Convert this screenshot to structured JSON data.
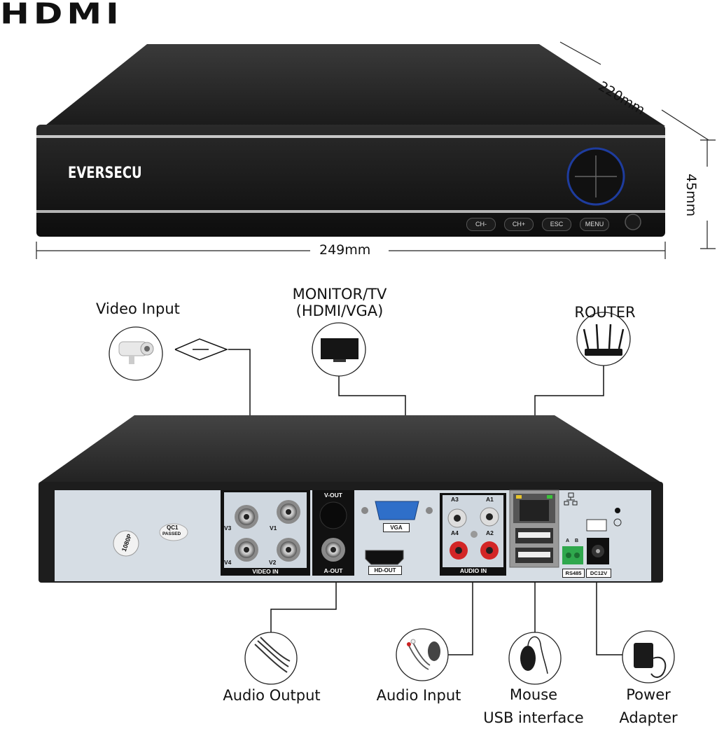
{
  "logo": {
    "text": "HDMI",
    "tm": "™"
  },
  "dimensions": {
    "width": "249mm",
    "depth": "220mm",
    "height": "45mm"
  },
  "front": {
    "brand": "EVERSECU",
    "buttons": [
      "CH-",
      "CH+",
      "ESC",
      "MENU"
    ]
  },
  "callouts": {
    "video_input": "Video Input",
    "monitor_line1": "MONITOR/TV",
    "monitor_line2": "(HDMI/VGA)",
    "router": "ROUTER",
    "audio_output": "Audio Output",
    "audio_input": "Audio Input",
    "mouse_line1": "Mouse",
    "mouse_line2": "USB interface",
    "power_line1": "Power",
    "power_line2": "Adapter"
  },
  "rear": {
    "badge_1080p": "1080P",
    "qc_line1": "QC1",
    "qc_line2": "PASSED",
    "video_ports": [
      "V3",
      "V1",
      "V4",
      "V2"
    ],
    "video_in": "VIDEO IN",
    "v_out": "V-OUT",
    "a_out": "A-OUT",
    "vga": "VGA",
    "hd_out": "HD-OUT",
    "audio_ports": [
      "A3",
      "A1",
      "A4",
      "A2"
    ],
    "audio_in": "AUDIO IN",
    "rs485": "RS485",
    "rs485_pins": [
      "A",
      "B"
    ],
    "dc12v": "DC12V"
  },
  "colors": {
    "device": "#1e1e1e",
    "panel": "#d6dde4",
    "vga_blue": "#2f6fc9",
    "power_led": "#2a4bd0"
  }
}
